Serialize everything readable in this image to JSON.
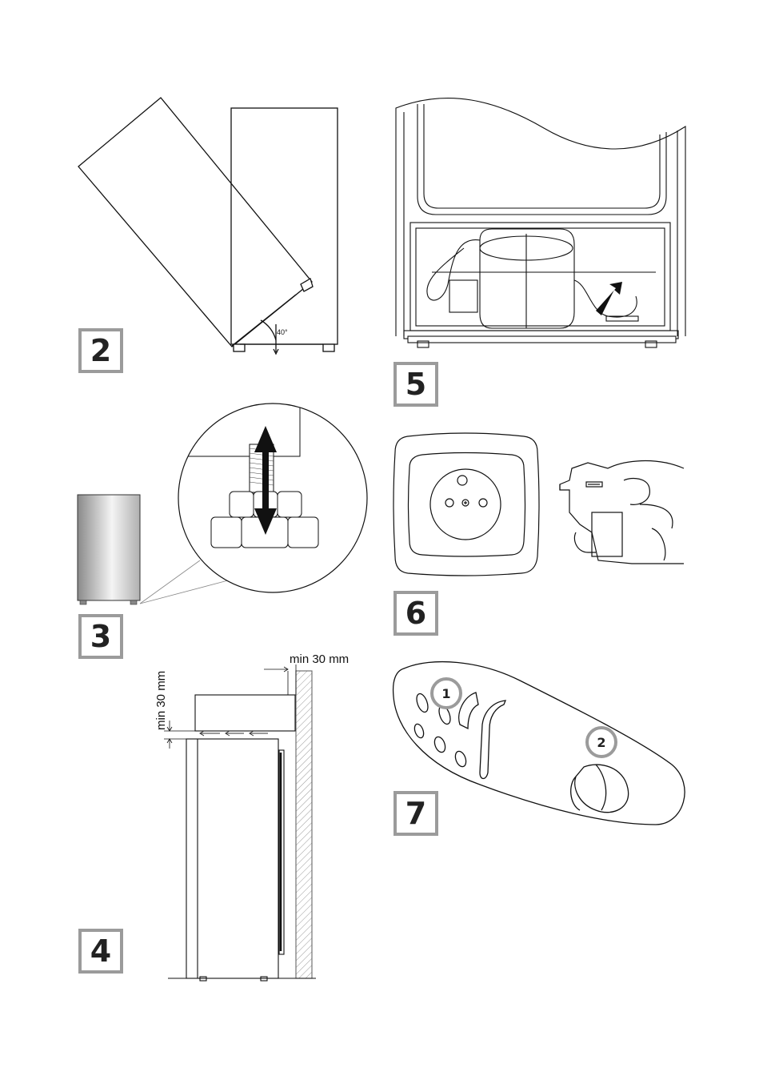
{
  "figures": [
    {
      "id": "2",
      "badge": "2",
      "angle_label": "40°"
    },
    {
      "id": "3",
      "badge": "3"
    },
    {
      "id": "4",
      "badge": "4",
      "dim_top": "min 30 mm",
      "dim_side": "min 30 mm"
    },
    {
      "id": "5",
      "badge": "5"
    },
    {
      "id": "6",
      "badge": "6"
    },
    {
      "id": "7",
      "badge": "7",
      "callout_1": "1",
      "callout_2": "2"
    }
  ],
  "colors": {
    "badge_border": "#9b9b9b",
    "line": "#111111",
    "gradient_dark": "#8a8a8a",
    "gradient_light": "#f4f4f4"
  }
}
